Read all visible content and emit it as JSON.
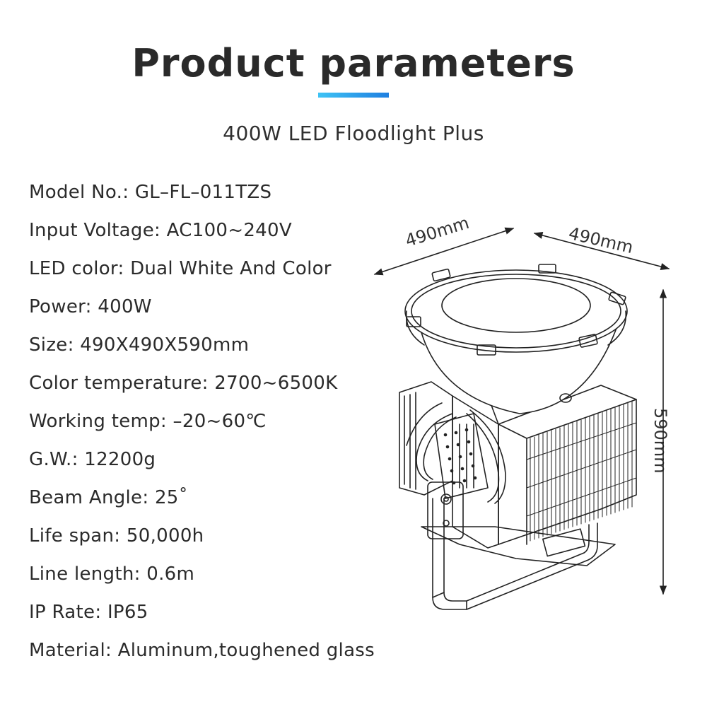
{
  "header": {
    "title": "Product parameters",
    "subtitle": "400W LED Floodlight Plus",
    "accent_gradient": [
      "#3ec3f5",
      "#1f7fe0"
    ]
  },
  "specs": [
    "Model No.: GL–FL–011TZS",
    "Input Voltage: AC100~240V",
    "LED color: Dual White And Color",
    "Power: 400W",
    "Size: 490X490X590mm",
    "Color temperature: 2700~6500K",
    "Working temp: –20~60℃",
    "G.W.: 12200g",
    "Beam Angle: 25˚",
    "Life span: 50,000h",
    "Line length: 0.6m",
    "IP Rate: IP65",
    "Material: Aluminum,toughened glass"
  ],
  "drawing": {
    "width_label": "490mm",
    "depth_label": "490mm",
    "height_label": "590mm"
  }
}
